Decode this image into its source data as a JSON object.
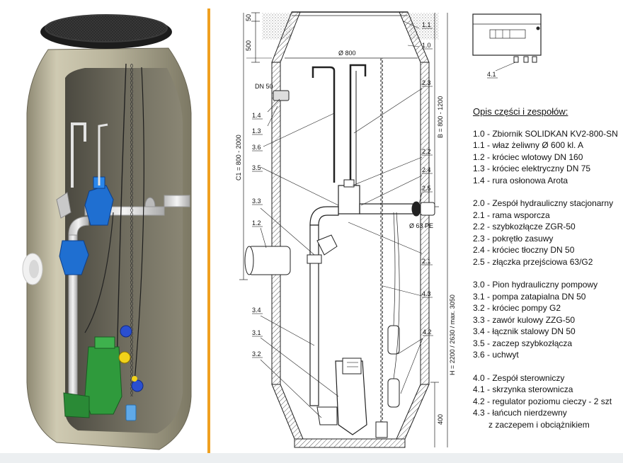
{
  "dimensions": {
    "d50": "50",
    "d500": "500",
    "dn50": "DN 50",
    "dia800": "Ø 800",
    "c1": "C1 = 800 - 2000",
    "b": "B = 800 - 1200",
    "h": "H = 2200 / 2630 / max. 3050",
    "d400": "400",
    "pe63": "Ø 63 PE"
  },
  "callouts": [
    "1.1",
    "1.0",
    "1.4",
    "1.3",
    "3.6",
    "3.5",
    "1.2",
    "3.3",
    "3.4",
    "3.1",
    "3.2",
    "2.3",
    "2.2",
    "2.4",
    "2.5",
    "2.1",
    "4.3",
    "4.2",
    "4.1"
  ],
  "legend": {
    "heading": "Opis części i zespołów:",
    "groups": [
      [
        "1.0 - Zbiornik SOLIDKAN KV2-800-SN",
        "1.1 - właz żeliwny Ø 600 kl. A",
        "1.2 - króciec wlotowy DN 160",
        "1.3 - króciec elektryczny DN 75",
        "1.4 - rura osłonowa Arota"
      ],
      [
        "2.0 - Zespół hydrauliczny stacjonarny",
        "2.1 - rama wsporcza",
        "2.2 - szybkozłącze ZGR-50",
        "2.3 - pokrętło zasuwy",
        "2.4 - króciec tłoczny DN 50",
        "2.5 - złączka przejściowa 63/G2"
      ],
      [
        "3.0 - Pion hydrauliczny pompowy",
        "3.1 - pompa zatapialna DN 50",
        "3.2 - króciec pompy G2",
        "3.3 - zawór kulowy ZZG-50",
        "3.4 - łącznik stalowy DN 50",
        "3.5 - zaczep szybkozłącza",
        "3.6 - uchwyt"
      ],
      [
        "4.0 - Zespół sterowniczy",
        "4.1 - skrzynka sterownicza",
        "4.2 - regulator poziomu cieczy - 2 szt",
        "4.3 - łańcuch nierdzewny"
      ]
    ],
    "continuation": "z zaczepem i obciążnikiem"
  },
  "colors": {
    "tank": "#b9b49c",
    "tank_inner": "#6e6b5d",
    "pump_green": "#2f9a3c",
    "fitting_blue": "#1f6fd1",
    "pipe_white": "#e8e8e8",
    "divider": "#f0a020"
  }
}
